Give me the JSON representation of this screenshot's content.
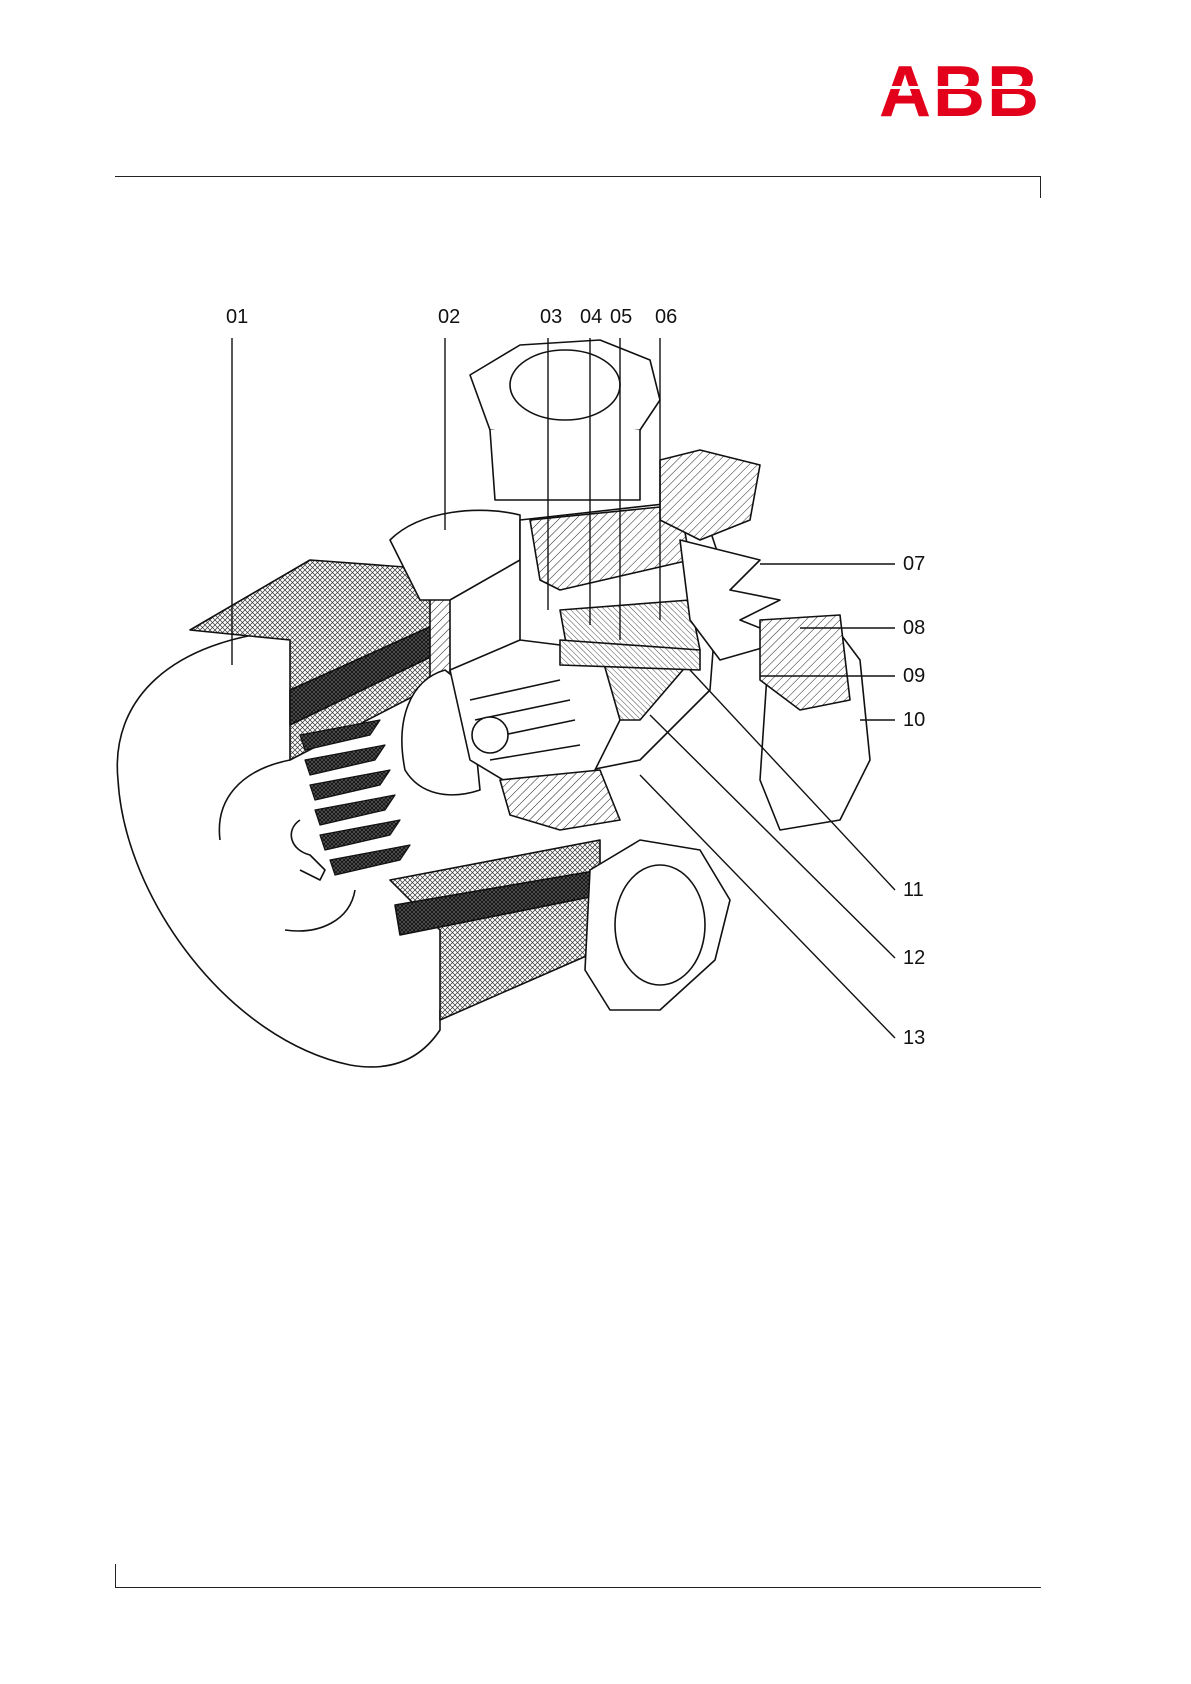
{
  "header": {
    "logo_text": "ABB",
    "logo_color": "#e2001a"
  },
  "figure": {
    "callouts": [
      {
        "id": "01",
        "label": "01"
      },
      {
        "id": "02",
        "label": "02"
      },
      {
        "id": "03",
        "label": "03"
      },
      {
        "id": "04",
        "label": "04"
      },
      {
        "id": "05",
        "label": "05"
      },
      {
        "id": "06",
        "label": "06"
      },
      {
        "id": "07",
        "label": "07"
      },
      {
        "id": "08",
        "label": "08"
      },
      {
        "id": "09",
        "label": "09"
      },
      {
        "id": "10",
        "label": "10"
      },
      {
        "id": "11",
        "label": "11"
      },
      {
        "id": "12",
        "label": "12"
      },
      {
        "id": "13",
        "label": "13"
      }
    ]
  }
}
